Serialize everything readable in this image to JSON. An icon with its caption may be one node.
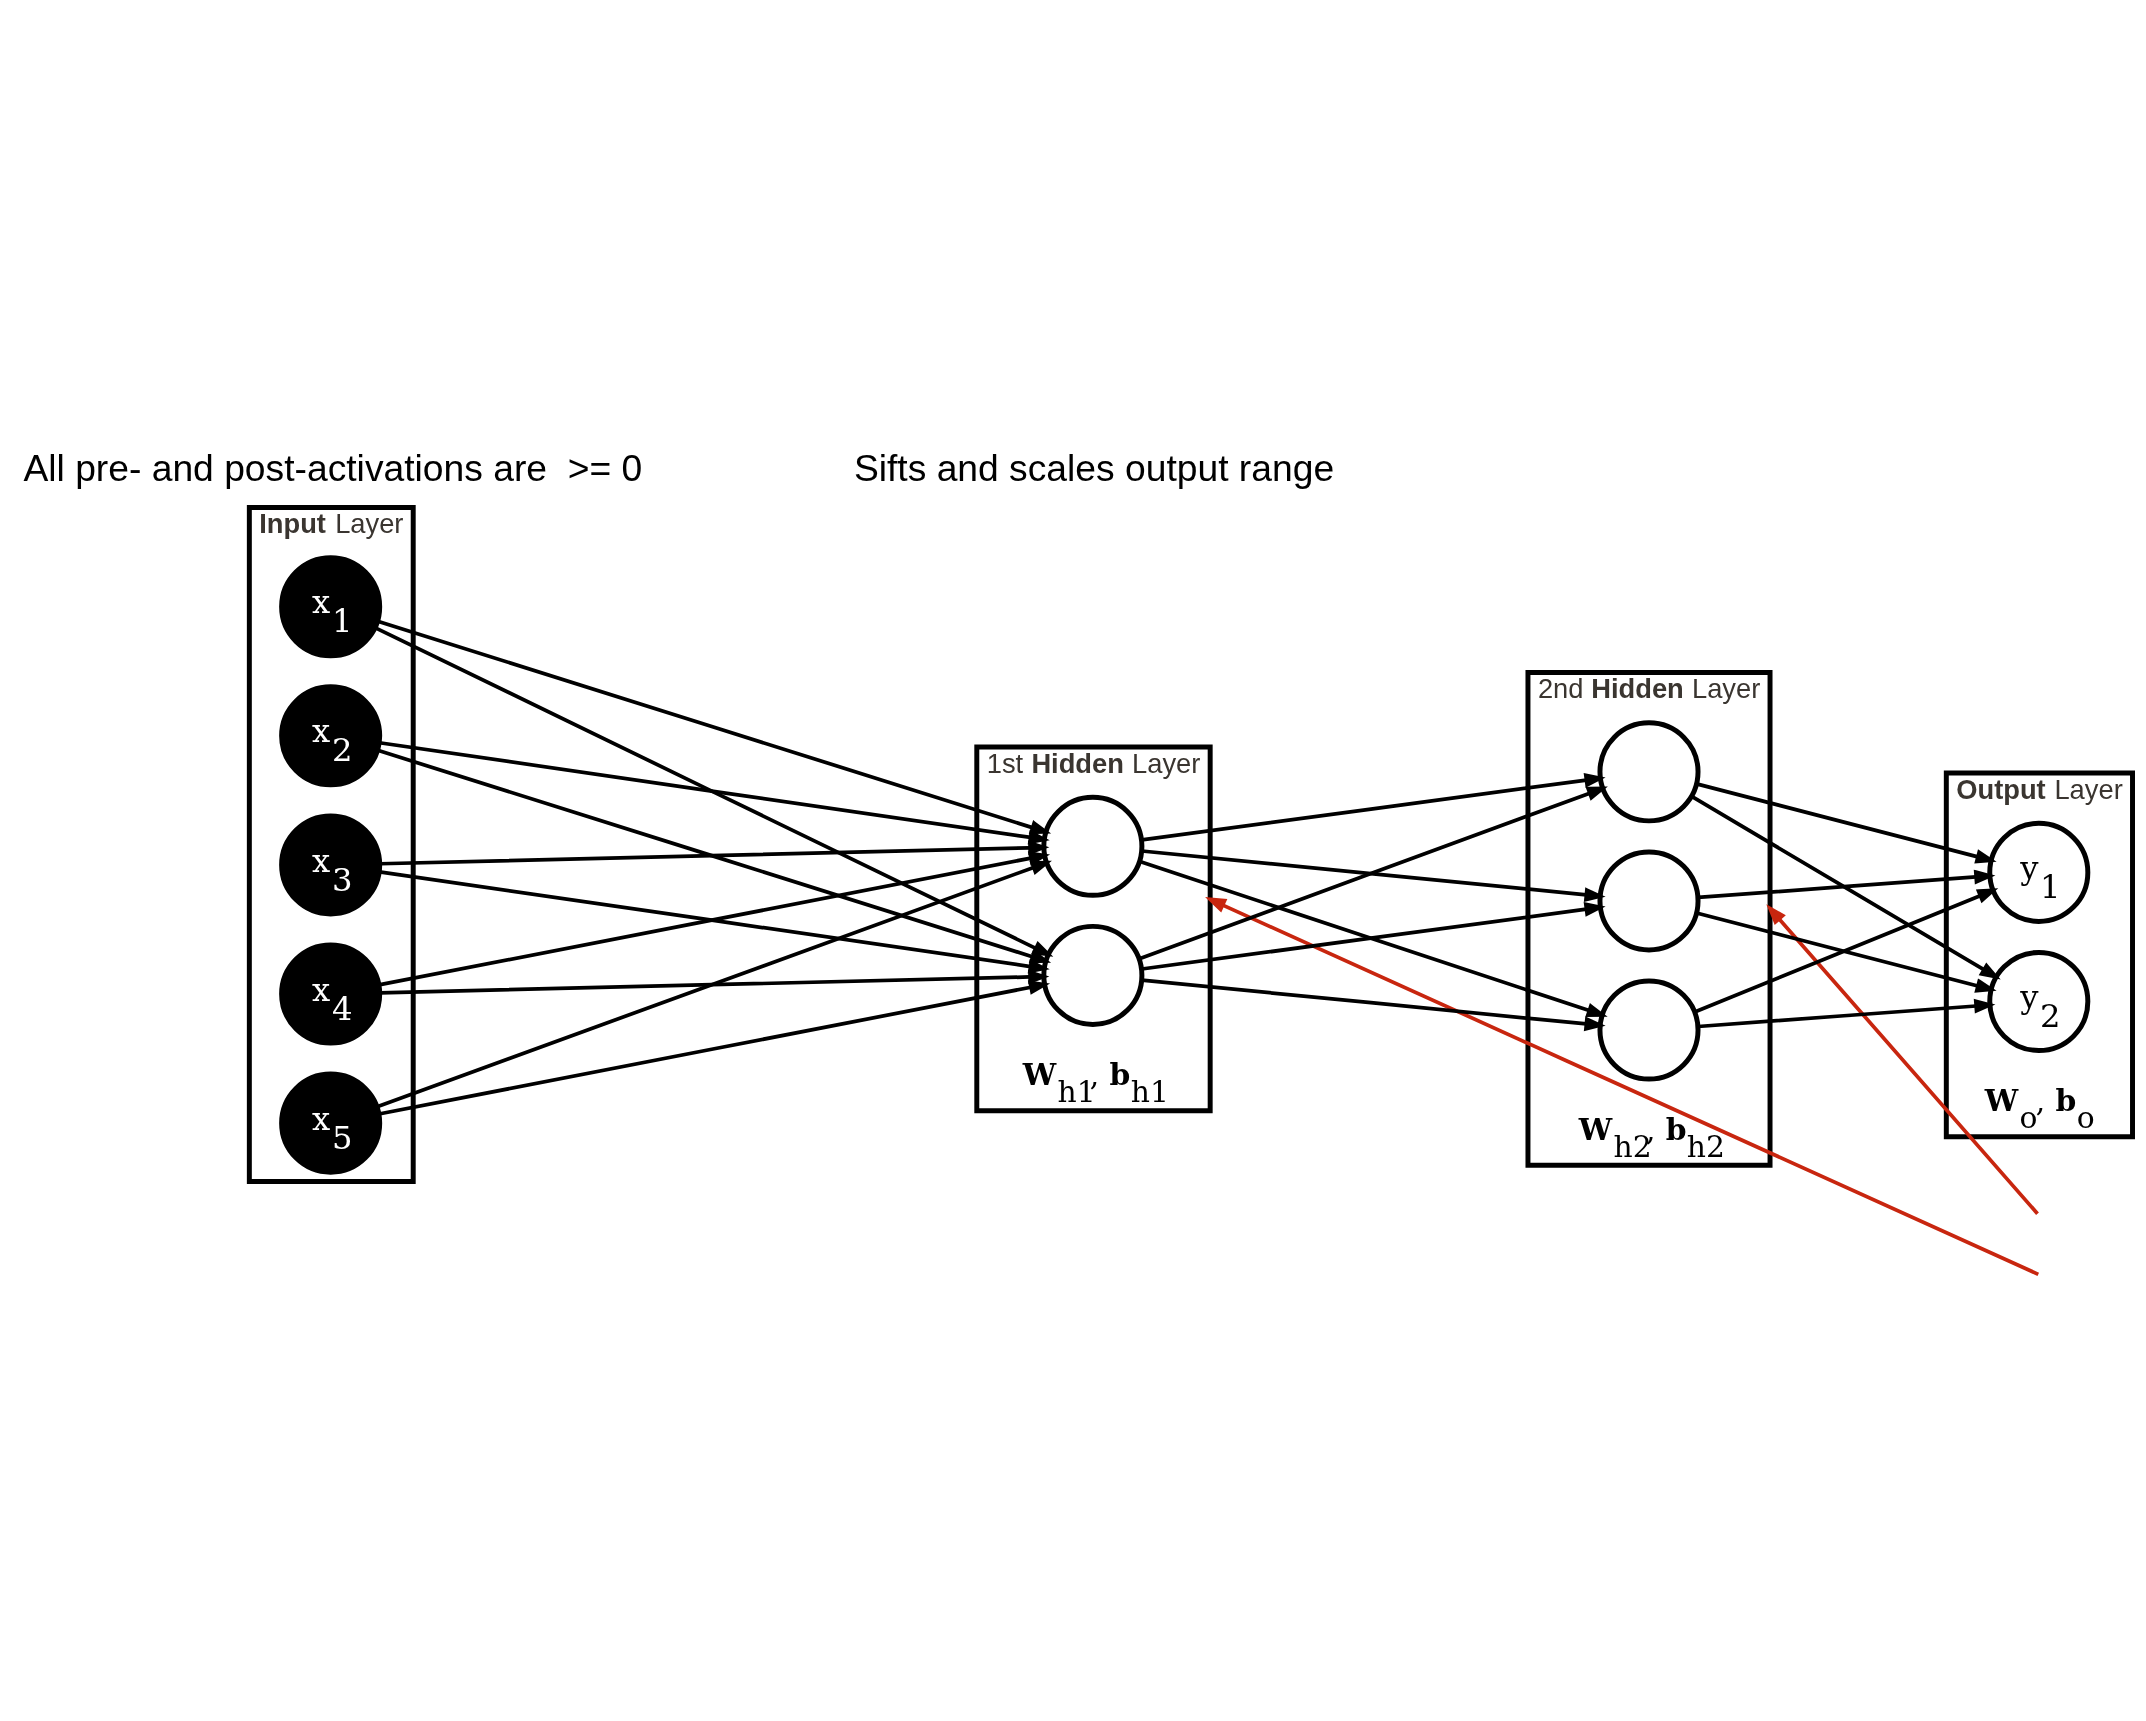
{
  "diagram": {
    "nodes": [
      {
        "text": [
          "**Input** Layer"
        ]
      },
      {
        "text": [
          "x$_{1}$"
        ],
        "in": 0
      },
      {
        "text": [
          "x$_{2}$"
        ],
        "in": 0
      },
      {
        "text": [
          "x$_{3}$"
        ],
        "in": 0
      },
      {
        "text": [
          "x$_{4}$"
        ],
        "in": 0
      },
      {
        "text": [
          "x$_{5}$"
        ],
        "in": 0
      },
      {
        "text": [
          "1st **Hidden** Layer"
        ],
        "beside": [
          "**W**$_{h1}$, **b**$_{h1}$"
        ]
      },
      {
        "text": [],
        "shape": "circle",
        "in": 6
      },
      {
        "text": [],
        "shape": "circle",
        "in": 6
      },
      {
        "text": [
          "2nd **Hidden** Layer"
        ],
        "beside": [
          "**W**$_{h2}$, **b**$_{h2}$"
        ]
      },
      {
        "text": [],
        "shape": "circle",
        "in": 9
      },
      {
        "text": [],
        "shape": "circle",
        "in": 9
      },
      {
        "text": [],
        "shape": "circle",
        "in": 9
      },
      {
        "text": [
          "**Output** Layer"
        ],
        "beside": [
          "**W**$_{o}$, **b**$_{o}$"
        ]
      },
      {
        "text": [
          "y$_{1}$"
        ],
        "in": 13
      },
      {
        "text": [
          "y$_{2}$"
        ],
        "in": 13
      }
    ],
    "edges": [
      {
        "from": 1,
        "to": 7,
        "arrow": "to"
      },
      {
        "from": 1,
        "to": 8,
        "arrow": "to"
      },
      {
        "from": 2,
        "to": 7,
        "arrow": "to"
      },
      {
        "from": 2,
        "to": 8,
        "arrow": "to"
      },
      {
        "from": 3,
        "to": 7,
        "arrow": "to"
      },
      {
        "from": 3,
        "to": 8,
        "arrow": "to"
      },
      {
        "from": 4,
        "to": 7,
        "arrow": "to"
      },
      {
        "from": 4,
        "to": 8,
        "arrow": "to"
      },
      {
        "from": 5,
        "to": 7,
        "arrow": "to"
      },
      {
        "from": 5,
        "to": 8,
        "arrow": "to"
      },
      {
        "from": 7,
        "to": 10,
        "arrow": "to"
      },
      {
        "from": 7,
        "to": 11,
        "arrow": "to"
      },
      {
        "from": 7,
        "to": 12,
        "arrow": "to"
      },
      {
        "from": 8,
        "to": 10,
        "arrow": "to"
      },
      {
        "from": 8,
        "to": 11,
        "arrow": "to"
      },
      {
        "from": 8,
        "to": 12,
        "arrow": "to"
      },
      {
        "from": 10,
        "to": 14,
        "arrow": "to"
      },
      {
        "from": 10,
        "to": 15,
        "arrow": "to"
      },
      {
        "from": 11,
        "to": 14,
        "arrow": "to"
      },
      {
        "from": 11,
        "to": 15,
        "arrow": "to"
      },
      {
        "from": 12,
        "to": 14,
        "arrow": "to"
      },
      {
        "from": 12,
        "to": 15,
        "arrow": "to"
      },
      {
        "from": null,
        "to": 6,
        "arrow": "to",
        "color": "#c8260f"
      },
      {
        "from": null,
        "to": 9,
        "arrow": "to",
        "color": "#c8260f"
      }
    ],
    "labels": [
      "All pre- and post-activations are  >= 0",
      "Sifts and scales output range"
    ]
  }
}
